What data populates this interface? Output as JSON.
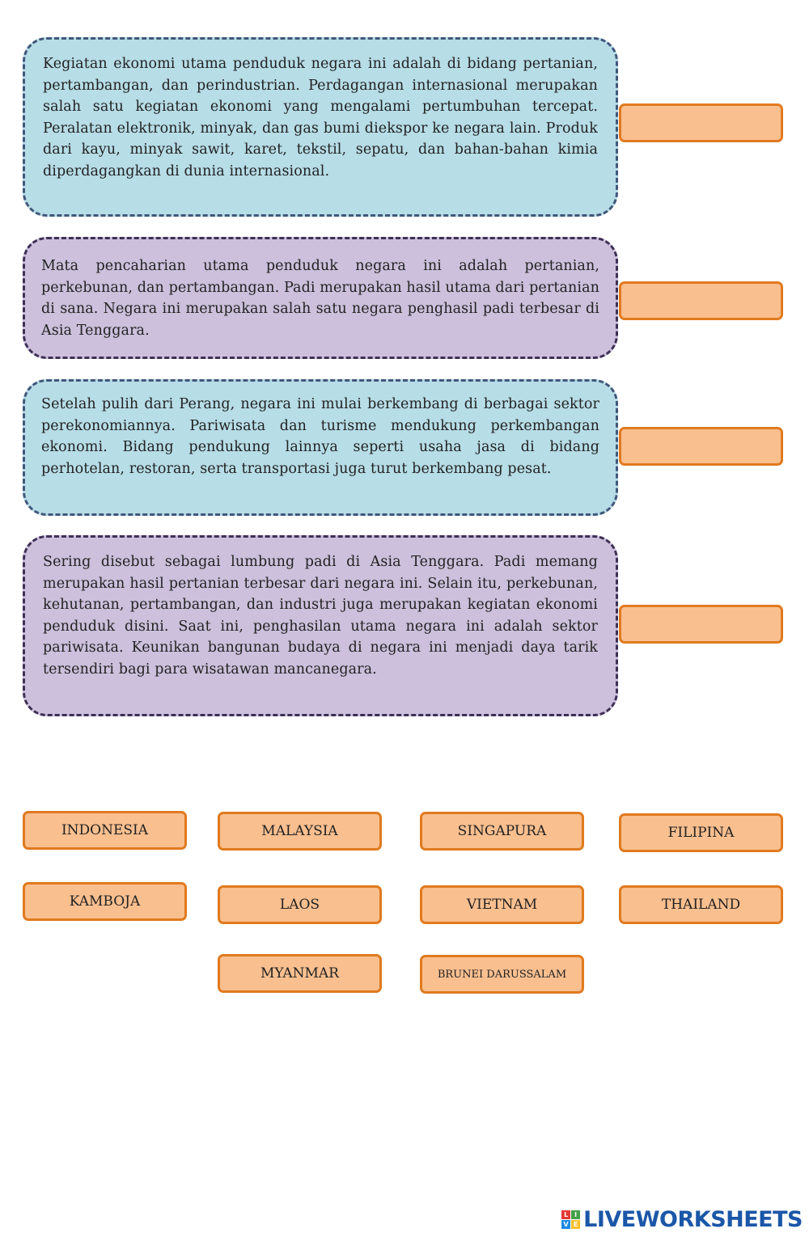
{
  "cards": [
    {
      "text": "Kegiatan ekonomi utama penduduk negara ini adalah di bidang pertanian, pertambangan, dan perindustrian. Perdagangan internasional merupakan salah satu kegiatan ekonomi yang mengalami pertumbuhan tercepat. Peralatan elektronik, minyak, dan gas bumi diekspor ke negara lain. Produk dari kayu, minyak sawit, karet, tekstil, sepatu, dan bahan-bahan kimia diperdagangkan di dunia internasional."
    },
    {
      "text": "Mata pencaharian utama penduduk negara ini adalah pertanian, perkebunan, dan pertambangan. Padi merupakan hasil utama dari pertanian di sana. Negara ini merupakan salah satu negara penghasil padi terbesar di Asia Tenggara."
    },
    {
      "text": "Setelah pulih dari Perang, negara ini mulai berkembang di berbagai sektor perekonomiannya. Pariwisata dan turisme mendukung perkembangan ekonomi. Bidang pendukung lainnya seperti usaha jasa di bidang perhotelan, restoran, serta transportasi juga turut berkembang pesat."
    },
    {
      "text": "Sering disebut sebagai lumbung padi di Asia Tenggara. Padi memang merupakan hasil pertanian terbesar dari negara ini. Selain itu, perkebunan, kehutanan, pertambangan, dan industri juga merupakan kegiatan ekonomi penduduk disini. Saat ini, penghasilan utama negara ini adalah sektor pariwisata. Keunikan bangunan budaya di negara ini menjadi daya tarik tersendiri bagi para wisatawan mancanegara."
    }
  ],
  "answers": [
    {
      "label": "INDONESIA"
    },
    {
      "label": "MALAYSIA"
    },
    {
      "label": "SINGAPURA"
    },
    {
      "label": "FILIPINA"
    },
    {
      "label": "KAMBOJA"
    },
    {
      "label": "LAOS"
    },
    {
      "label": "VIETNAM"
    },
    {
      "label": "THAILAND"
    },
    {
      "label": "MYANMAR"
    },
    {
      "label": "BRUNEI DARUSSALAM"
    }
  ],
  "brand": {
    "name": "LIVEWORKSHEETS",
    "mark_letters": [
      "L",
      "I",
      "V",
      "E"
    ],
    "mark_colors": [
      "#e53935",
      "#43a047",
      "#1e88e5",
      "#fbc02d"
    ]
  }
}
